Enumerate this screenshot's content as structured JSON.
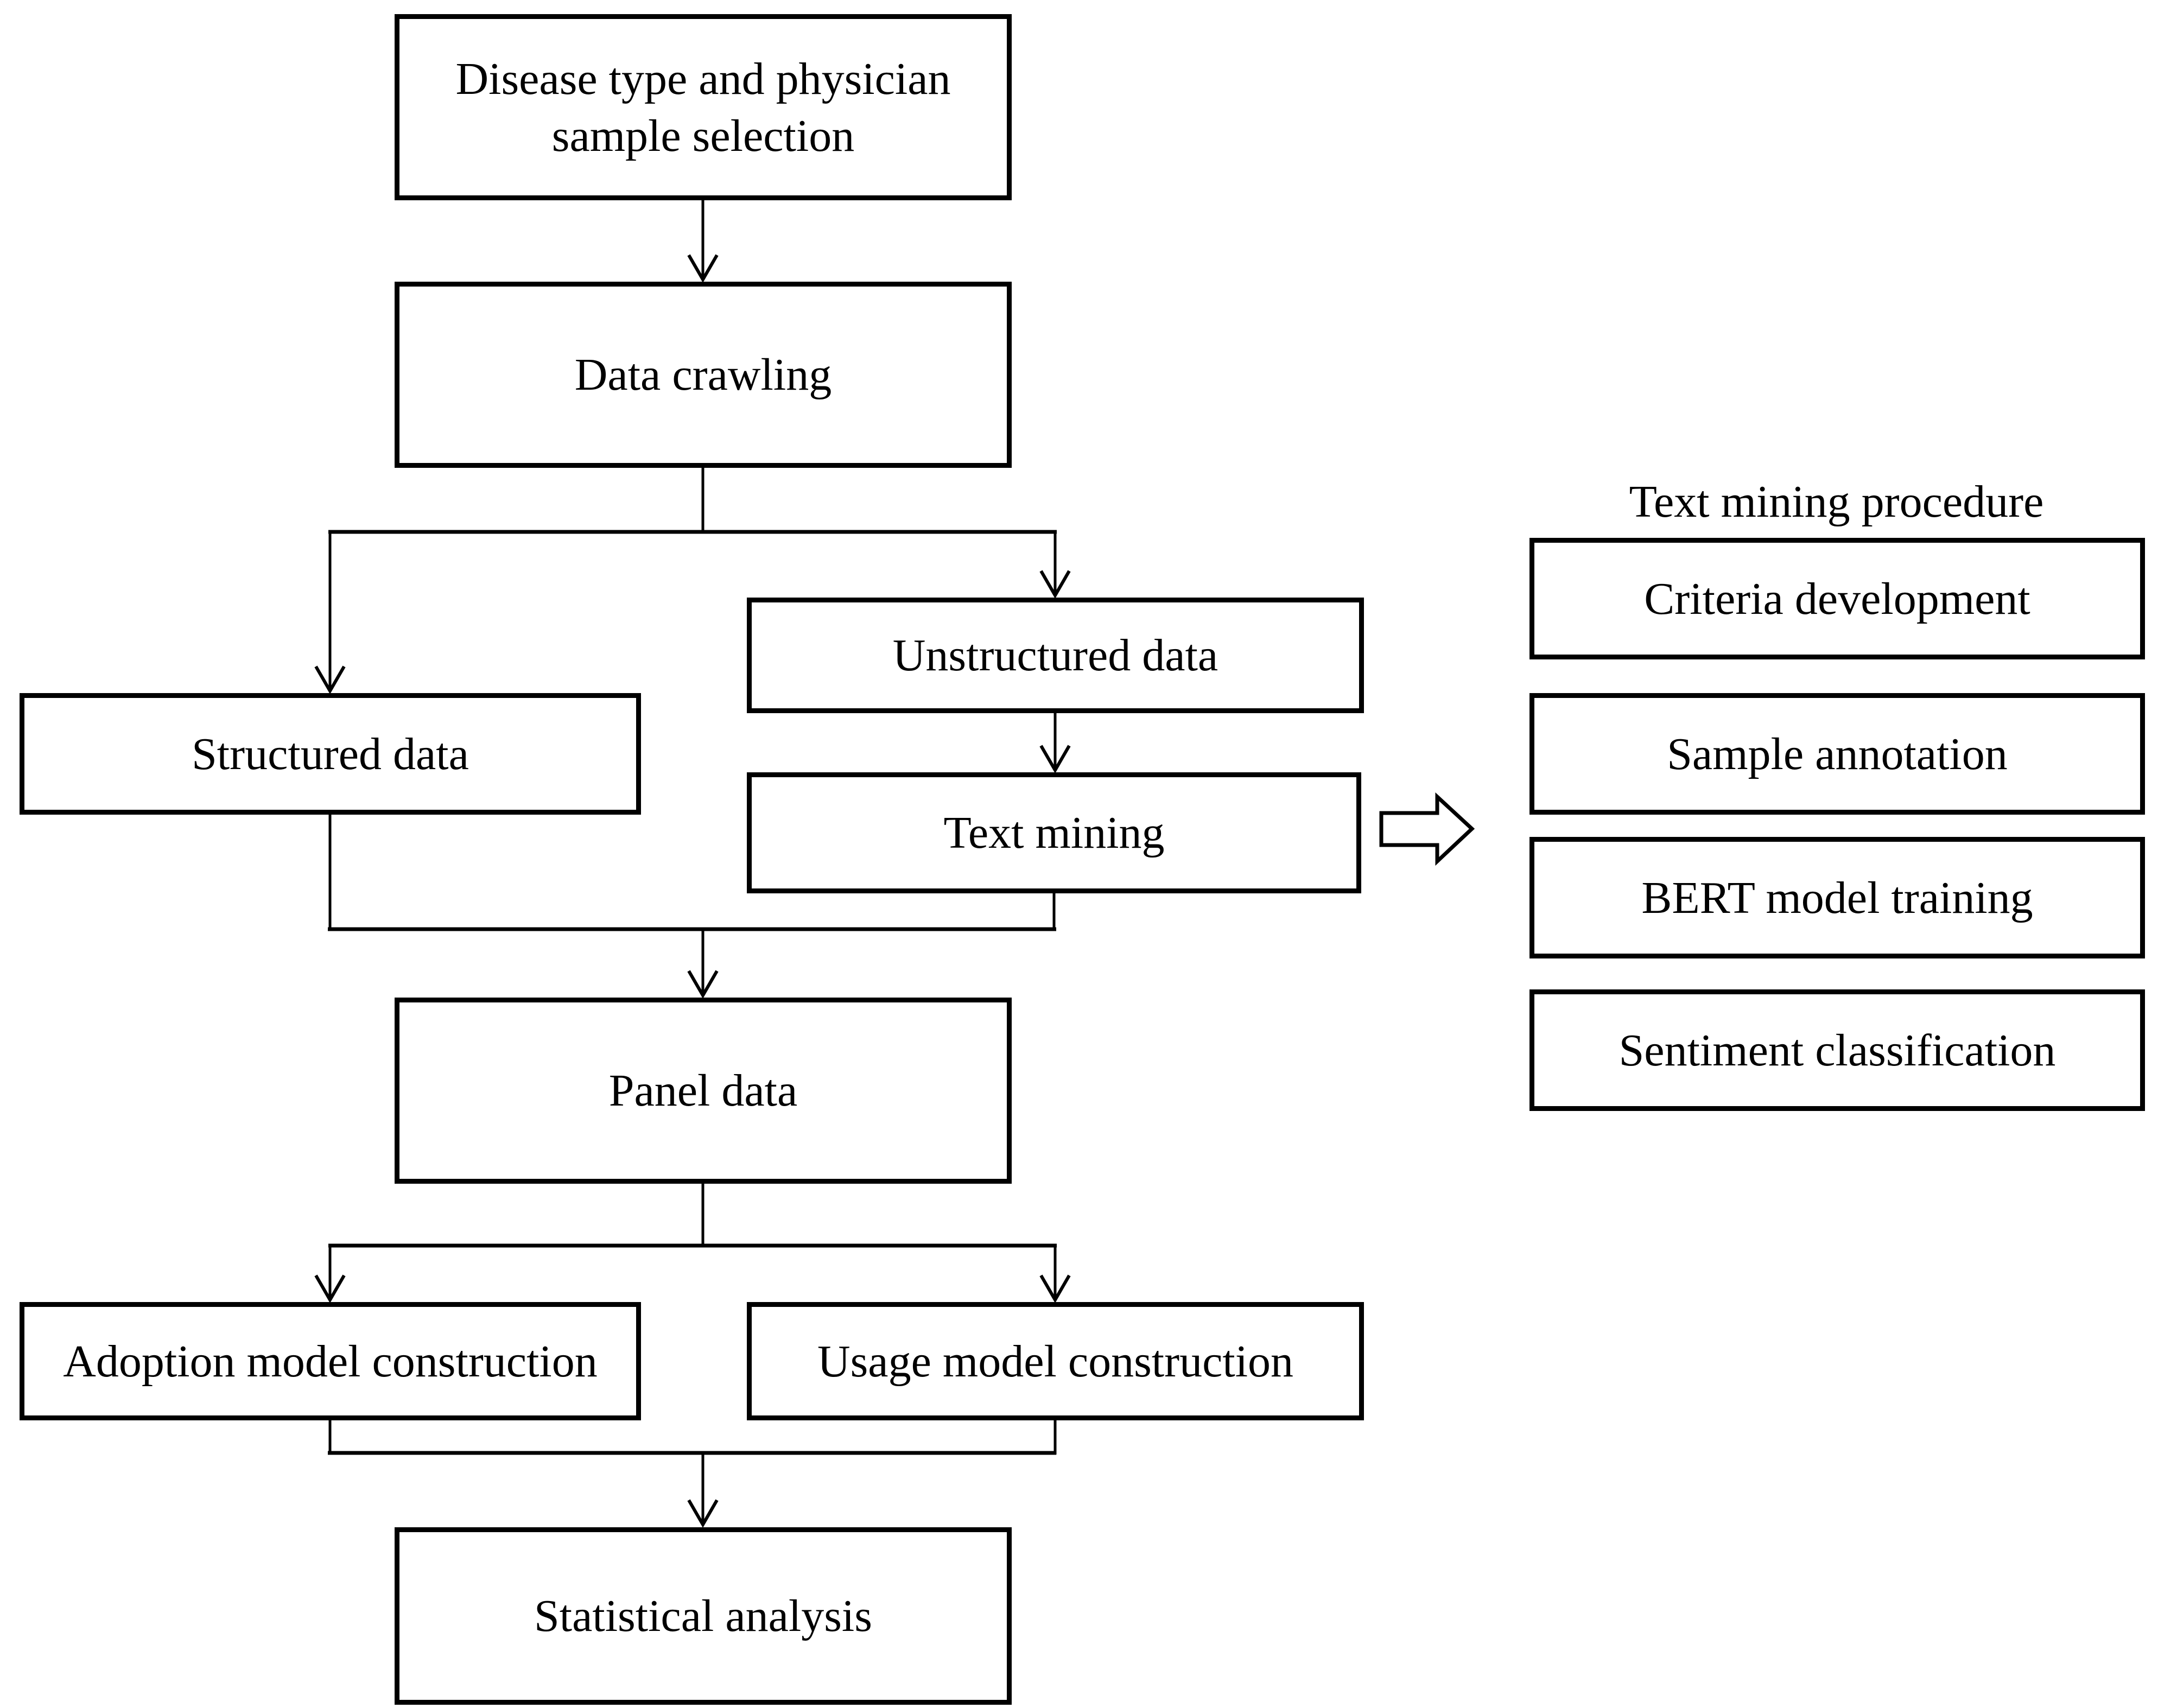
{
  "nodes": {
    "disease": {
      "label": "Disease type and physician sample selection",
      "lines": [
        "Disease type and physician",
        "sample selection"
      ]
    },
    "crawling": {
      "label": "Data crawling"
    },
    "structured": {
      "label": "Structured data"
    },
    "unstructured": {
      "label": "Unstructured data"
    },
    "text_mining": {
      "label": "Text mining"
    },
    "panel": {
      "label": "Panel data"
    },
    "adoption": {
      "label": "Adoption model construction"
    },
    "usage": {
      "label": "Usage model construction"
    },
    "statistical": {
      "label": "Statistical analysis"
    }
  },
  "procedure": {
    "title": "Text mining procedure",
    "steps": [
      {
        "label": "Criteria development"
      },
      {
        "label": "Sample annotation"
      },
      {
        "label": "BERT model training"
      },
      {
        "label": "Sentiment classification"
      }
    ]
  },
  "colors": {
    "line": "#000000",
    "background": "#ffffff",
    "box_fill": "#ffffff"
  }
}
